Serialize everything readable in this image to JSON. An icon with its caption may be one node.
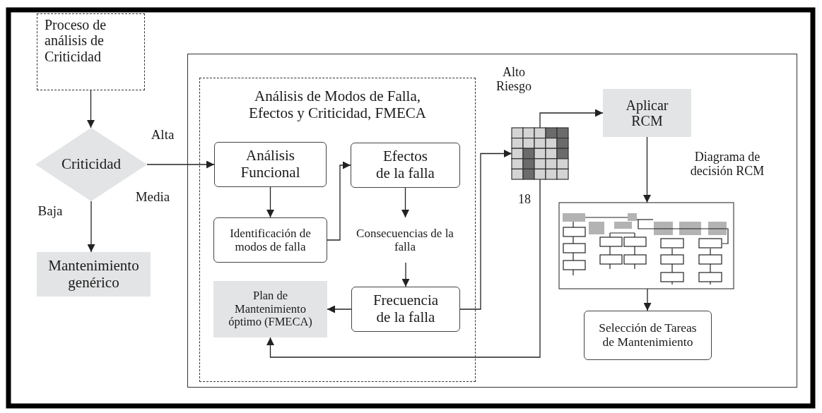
{
  "diagram": {
    "nodes": [
      {
        "text": [
          "Proceso de análisis de Criticidad"
        ]
      },
      {
        "text": [
          "Criticidad"
        ]
      },
      {
        "text": [
          "Mantenimiento genérico"
        ]
      },
      {
        "text": [],
        "shape": "box"
      },
      {
        "text": [
          "Análisis de Modos de Falla, Efectos y Criticidad, FMECA"
        ],
        "in": 3
      },
      {
        "text": [
          "Análisis Funcional"
        ],
        "in": 4
      },
      {
        "text": [
          "Efectos de la falla"
        ],
        "in": 4
      },
      {
        "text": [
          "Identificación de modos de falla"
        ],
        "in": 4
      },
      {
        "text": [
          "Consecuencias de la falla"
        ],
        "in": 4
      },
      {
        "text": [
          "Plan de Mantenimiento óptimo (FMECA)"
        ],
        "in": 4
      },
      {
        "text": [
          "Frecuencia de la falla"
        ],
        "in": 4
      },
      {
        "text": [],
        "shape": "picture",
        "beside": [
          "Alto Riesgo",
          "18"
        ],
        "in": 3
      },
      {
        "text": [
          "Aplicar RCM"
        ],
        "in": 3
      },
      {
        "text": [],
        "shape": "picture",
        "in": 3
      },
      {
        "text": [
          "Selección de Tareas de Mantenimiento"
        ],
        "in": 3
      }
    ],
    "edges": [
      {
        "from": 0,
        "to": 1,
        "arrow": "to"
      },
      {
        "from": 1,
        "to": 5,
        "arrow": "to",
        "label": "Alta"
      },
      {
        "from": 1,
        "to": 2,
        "arrow": "to",
        "label": "Baja"
      },
      {
        "from": 5,
        "to": 7,
        "arrow": "to"
      },
      {
        "from": 7,
        "to": 6,
        "arrow": "to"
      },
      {
        "from": 6,
        "to": 8,
        "arrow": "to"
      },
      {
        "from": 8,
        "to": 10,
        "arrow": "to"
      },
      {
        "from": 10,
        "to": 9,
        "arrow": "to"
      },
      {
        "from": 10,
        "to": 11,
        "arrow": "to"
      },
      {
        "from": 11,
        "to": 12,
        "arrow": "to"
      },
      {
        "from": 11,
        "to": 9,
        "arrow": "to"
      },
      {
        "from": 12,
        "to": 13,
        "arrow": "to"
      },
      {
        "from": 13,
        "to": 14,
        "arrow": "to"
      }
    ],
    "labels": [
      "Media",
      "Diagrama de decisión RCM"
    ]
  }
}
